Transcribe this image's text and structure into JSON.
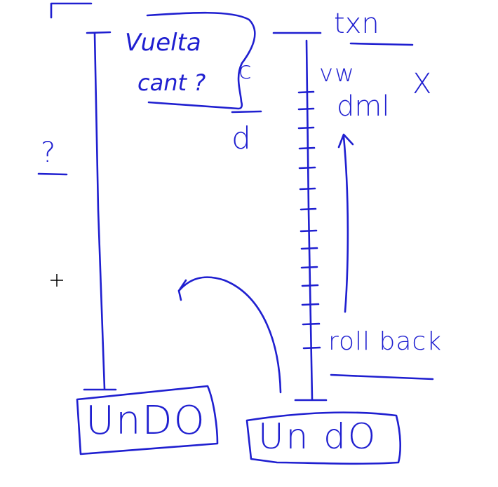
{
  "labels": {
    "left_question": "?",
    "vuelta": "Vuelta",
    "cant": "cant ?",
    "small_c": "c",
    "small_d": "d",
    "txn": "txn",
    "vw": "vw",
    "dml": "dml",
    "x_mark": "X",
    "rollback": "roll back",
    "undo_left": "UnDO",
    "undo_right": "Un dO"
  },
  "colors": {
    "ink": "#1f1fd0",
    "cursor": "#000000",
    "background": "#ffffff"
  }
}
